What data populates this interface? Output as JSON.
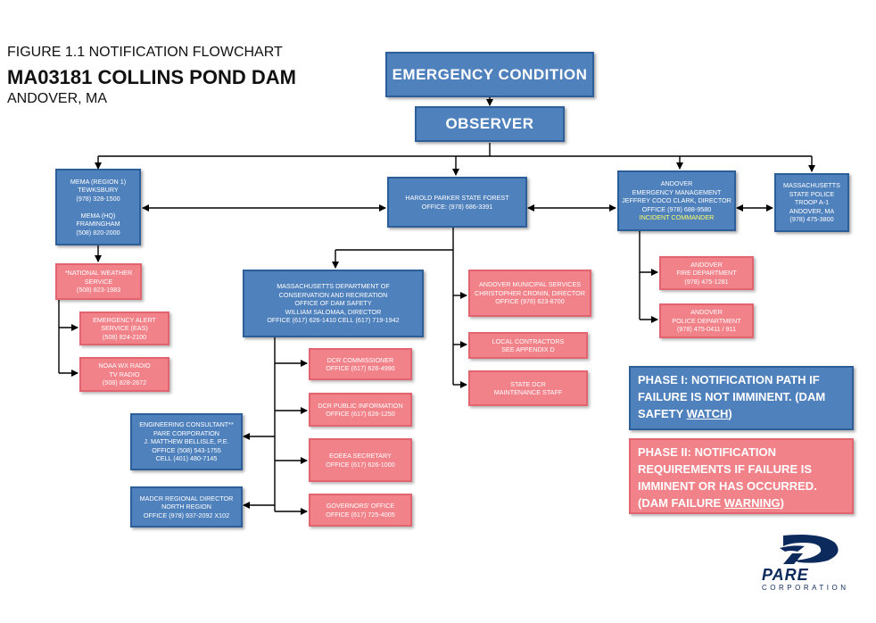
{
  "header": {
    "line1": "FIGURE 1.1 NOTIFICATION FLOWCHART",
    "line2": "MA03181 COLLINS POND DAM",
    "line3": "ANDOVER, MA"
  },
  "boxes": {
    "emergency": "EMERGENCY CONDITION",
    "observer": "OBSERVER",
    "mema": [
      "MEMA (REGION 1)",
      "TEWKSBURY",
      "(978) 328-1500",
      "",
      "MEMA (HQ)",
      "FRAMINGHAM",
      "(508) 820-2000"
    ],
    "harold": [
      "HAROLD PARKER STATE FOREST",
      "OFFICE: (978) 686-3391"
    ],
    "andover_em": [
      "ANDOVER",
      "EMERGENCY MANAGEMENT",
      "JEFFREY COCO CLARK, DIRECTOR",
      "OFFICE (978) 688-9580"
    ],
    "incident_commander": "INCIDENT COMMANDER",
    "state_police": [
      "MASSACHUSETTS",
      "STATE POLICE",
      "TROOP A-1",
      "ANDOVER, MA",
      "(978) 475-3800"
    ],
    "weather": [
      "*NATIONAL WEATHER",
      "SERVICE",
      "(508) 823-1983"
    ],
    "eas": [
      "EMERGENCY ALERT",
      "SERVICE (EAS)",
      "(508) 824-2100"
    ],
    "noaa": [
      "NOAA WX RADIO",
      "TV RADIO",
      "(508) 828-2672"
    ],
    "dcr": [
      "MASSACHUSETTS DEPARTMENT OF",
      "CONSERVATION AND RECREATION",
      "OFFICE OF DAM SAFETY",
      "WILLIAM SALOMAA, DIRECTOR",
      "OFFICE (617) 626-1410    CELL (617) 719-1942"
    ],
    "andover_ms": [
      "ANDOVER MUNICIPAL SERVICES",
      "CHRISTOPHER CRONIN, DIRECTOR",
      "OFFICE (978) 623-8700"
    ],
    "contractors": [
      "LOCAL CONTRACTORS",
      "SEE APPENDIX D"
    ],
    "state_dcr": [
      "STATE DCR",
      "MAINTENANCE STAFF"
    ],
    "fire": [
      "ANDOVER",
      "FIRE DEPARTMENT",
      "(978) 475-1281"
    ],
    "police": [
      "ANDOVER",
      "POLICE DEPARTMENT",
      "(978) 475-0411 / 911"
    ],
    "commissioner": [
      "DCR COMMISSIONER",
      "OFFICE (617) 626-4990"
    ],
    "public_info": [
      "DCR PUBLIC INFORMATION",
      "OFFICE (617) 626-1250"
    ],
    "eoeea": [
      "EOEEA SECRETARY",
      "OFFICE (617) 626-1000"
    ],
    "governor": [
      "GOVERNORS' OFFICE",
      "OFFICE (617) 725-4005"
    ],
    "engineering": [
      "ENGINEERING CONSULTANT**",
      "PARE CORPORATION",
      "J. MATTHEW BELLISLE, P.E.",
      "OFFICE (508) 543-1755",
      "CELL (401) 480-7145"
    ],
    "madcr": [
      "MADCR REGIONAL DIRECTOR",
      "NORTH REGION",
      "OFFICE (978) 937-2092 X102"
    ]
  },
  "phase1": {
    "text": "PHASE I:  NOTIFICATION PATH IF FAILURE IS NOT IMMINENT.   (DAM SAFETY ",
    "underlined": "WATCH",
    "end": ")"
  },
  "phase2": {
    "text": "PHASE II:  NOTIFICATION REQUIREMENTS IF FAILURE IS IMMINENT OR HAS OCCURRED. (DAM FAILURE ",
    "underlined": "WARNING",
    "end": ")"
  },
  "logo": {
    "name": "PARE",
    "sub": "CORPORATION"
  },
  "colors": {
    "blue": "#4f81bd",
    "pink": "#f28289",
    "logo": "#0d2a5c"
  }
}
